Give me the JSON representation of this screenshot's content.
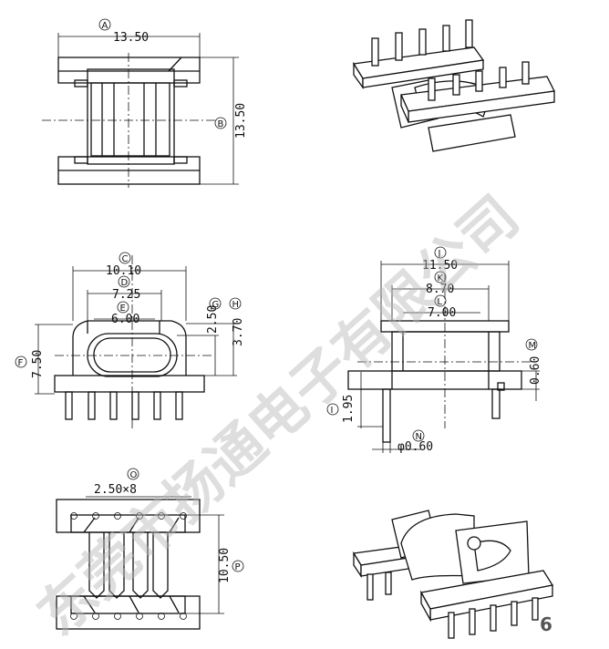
{
  "dimensions": [
    {
      "id": "A",
      "value": "13.50"
    },
    {
      "id": "B",
      "value": "13.50"
    },
    {
      "id": "C",
      "value": "10.10"
    },
    {
      "id": "D",
      "value": "7.25"
    },
    {
      "id": "E",
      "value": "6.00"
    },
    {
      "id": "F",
      "value": "7.50"
    },
    {
      "id": "G",
      "value": "2.50"
    },
    {
      "id": "H",
      "value": "3.70"
    },
    {
      "id": "J",
      "value": "11.50"
    },
    {
      "id": "K",
      "value": "8.70"
    },
    {
      "id": "L",
      "value": "7.00"
    },
    {
      "id": "M",
      "value": "0.60"
    },
    {
      "id": "I",
      "value": "1.95"
    },
    {
      "id": "N",
      "value": "φ0.60"
    },
    {
      "id": "O",
      "value": "2.50×8"
    },
    {
      "id": "P",
      "value": "10.50"
    }
  ],
  "watermark": "东莞市扬通电子有限公司",
  "page_number": "6"
}
